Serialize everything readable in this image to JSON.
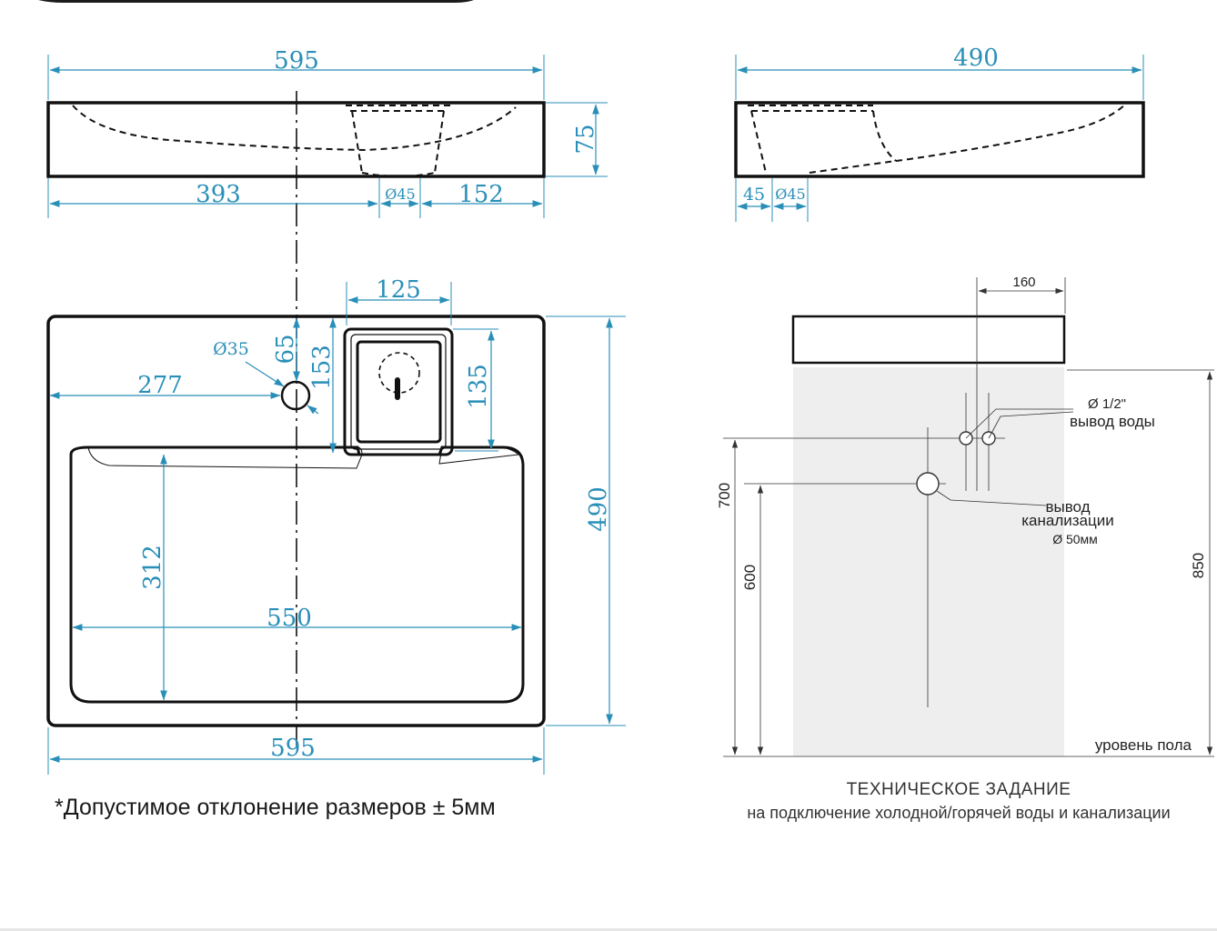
{
  "front_view": {
    "width": "595",
    "height": "75",
    "left_to_drain": "393",
    "drain_diameter": "Ø45",
    "drain_to_right": "152"
  },
  "side_view": {
    "depth": "490",
    "offset": "45",
    "drain_diameter": "Ø45"
  },
  "top_view": {
    "tap_box_width": "125",
    "tap_hole_diameter": "Ø35",
    "tap_hole_from_back": "65",
    "tap_hole_from_left": "277",
    "box_depth": "153",
    "inner_box_depth": "135",
    "bowl_depth": "312",
    "bowl_width": "550",
    "total_depth": "490",
    "bottom_width": "595"
  },
  "install_scheme": {
    "pipe_spacing": "160",
    "water_label_line1": "Ø 1/2\"",
    "water_label_line2": "вывод воды",
    "sewer_label_line1": "вывод",
    "sewer_label_line2": "канализации",
    "sewer_label_line3": "Ø 50мм",
    "height_water": "700",
    "height_sewer": "600",
    "height_total": "850",
    "floor_label": "уровень пола"
  },
  "footnote": "*Допустимое отклонение размеров ± 5мм",
  "tech_spec": {
    "title": "ТЕХНИЧЕСКОЕ ЗАДАНИЕ",
    "subtitle": "на подключение холодной/горячей воды и канализации"
  },
  "colors": {
    "dimension": "#2a8fb8",
    "outline": "#111111",
    "wall_shade": "#eeeeee"
  }
}
